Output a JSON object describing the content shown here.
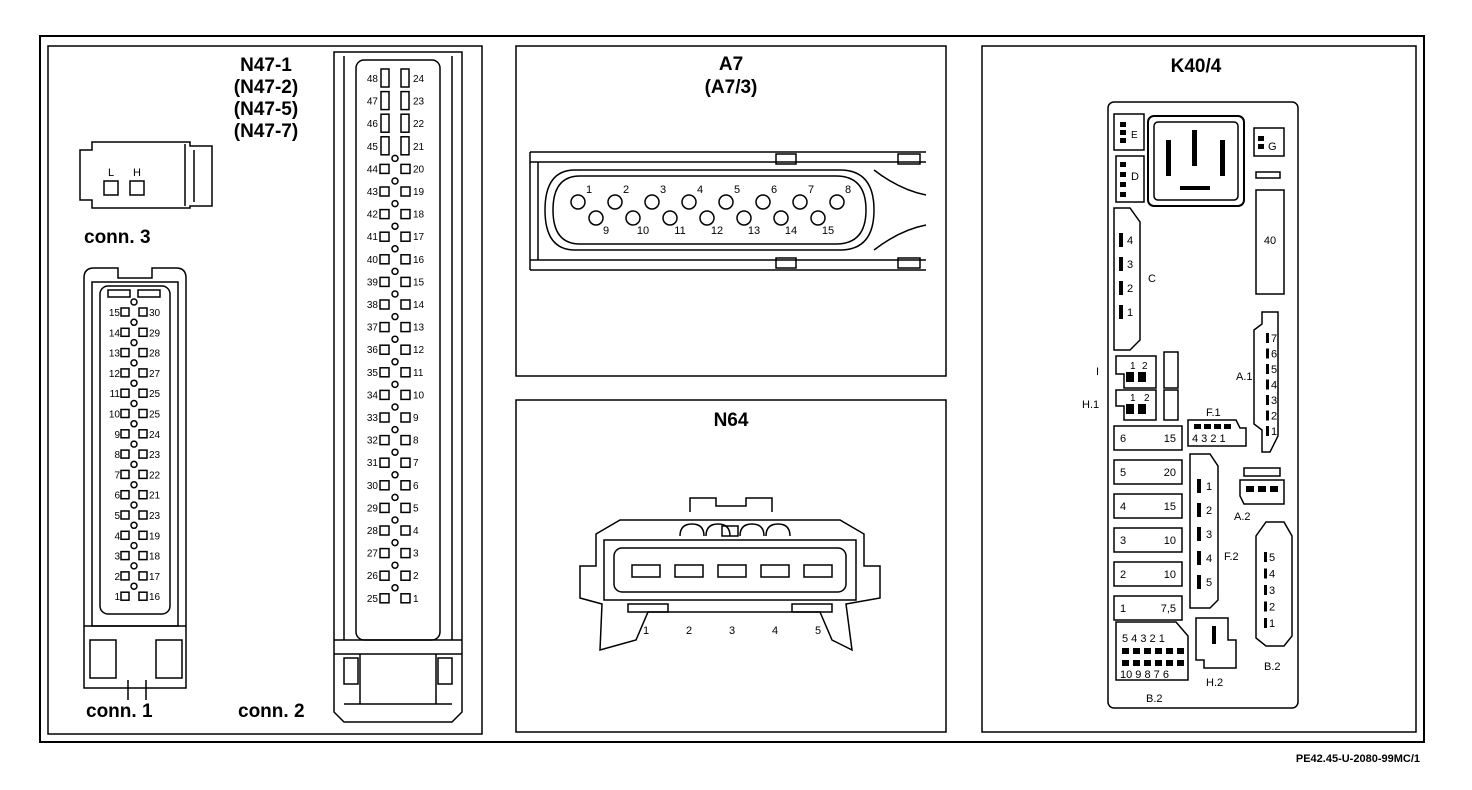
{
  "figure_id": "PE42.45-U-2080-99MC/1",
  "panel_n47": {
    "titles": [
      "N47-1",
      "(N47-2)",
      "(N47-5)",
      "(N47-7)"
    ],
    "conn3": {
      "label": "conn. 3",
      "pins": [
        "L",
        "H"
      ]
    },
    "conn1": {
      "label": "conn. 1",
      "left_pins": [
        "15",
        "14",
        "13",
        "12",
        "11",
        "10",
        "9",
        "8",
        "7",
        "6",
        "5",
        "4",
        "3",
        "2",
        "1"
      ],
      "right_pins": [
        "30",
        "29",
        "28",
        "27",
        "25",
        "25",
        "24",
        "23",
        "22",
        "21",
        "23",
        "19",
        "18",
        "17",
        "16"
      ]
    },
    "conn2": {
      "label": "conn. 2",
      "left_pins": [
        "48",
        "47",
        "46",
        "45",
        "44",
        "43",
        "42",
        "41",
        "40",
        "39",
        "38",
        "37",
        "36",
        "35",
        "34",
        "33",
        "32",
        "31",
        "30",
        "29",
        "28",
        "27",
        "26",
        "25"
      ],
      "right_pins": [
        "24",
        "23",
        "22",
        "21",
        "20",
        "19",
        "18",
        "17",
        "16",
        "15",
        "14",
        "13",
        "12",
        "11",
        "10",
        "9",
        "8",
        "7",
        "6",
        "5",
        "4",
        "3",
        "2",
        "1"
      ]
    }
  },
  "panel_a7": {
    "title": "A7",
    "subtitle": "(A7/3)",
    "top_pins": [
      "1",
      "2",
      "3",
      "4",
      "5",
      "6",
      "7",
      "8"
    ],
    "bottom_pins": [
      "9",
      "10",
      "11",
      "12",
      "13",
      "14",
      "15"
    ]
  },
  "panel_n64": {
    "title": "N64",
    "pins": [
      "1",
      "2",
      "3",
      "4",
      "5"
    ]
  },
  "panel_k40": {
    "title": "K40/4",
    "relay_label": "40",
    "conn_e": "E",
    "conn_g": "G",
    "conn_d": "D",
    "conn_c": {
      "label": "C",
      "pins": [
        "4",
        "3",
        "2",
        "1"
      ]
    },
    "conn_i": {
      "label": "I",
      "pins": [
        "1",
        "2"
      ]
    },
    "conn_h1": {
      "label": "H.1",
      "pins": [
        "1",
        "2"
      ]
    },
    "conn_f1": {
      "label": "F.1",
      "pins": "4 3 2 1"
    },
    "conn_a1": {
      "label": "A.1",
      "pins": [
        "7",
        "6",
        "5",
        "4",
        "3",
        "2",
        "1"
      ]
    },
    "conn_a2": {
      "label": "A.2"
    },
    "conn_f2": {
      "label": "F.2",
      "pins": [
        "1",
        "2",
        "3",
        "4",
        "5"
      ]
    },
    "conn_b2_right": {
      "label": "B.2",
      "pins": [
        "5",
        "4",
        "3",
        "2",
        "1"
      ]
    },
    "conn_b2_bottom": {
      "label": "B.2",
      "top_pins": "5 4 3 2 1",
      "bottom_pins": "10 9 8 7 6"
    },
    "conn_h2": {
      "label": "H.2"
    },
    "fuses": [
      {
        "num": "6",
        "rating": "15"
      },
      {
        "num": "5",
        "rating": "20"
      },
      {
        "num": "4",
        "rating": "15"
      },
      {
        "num": "3",
        "rating": "10"
      },
      {
        "num": "2",
        "rating": "10"
      },
      {
        "num": "1",
        "rating": "7,5"
      }
    ]
  }
}
